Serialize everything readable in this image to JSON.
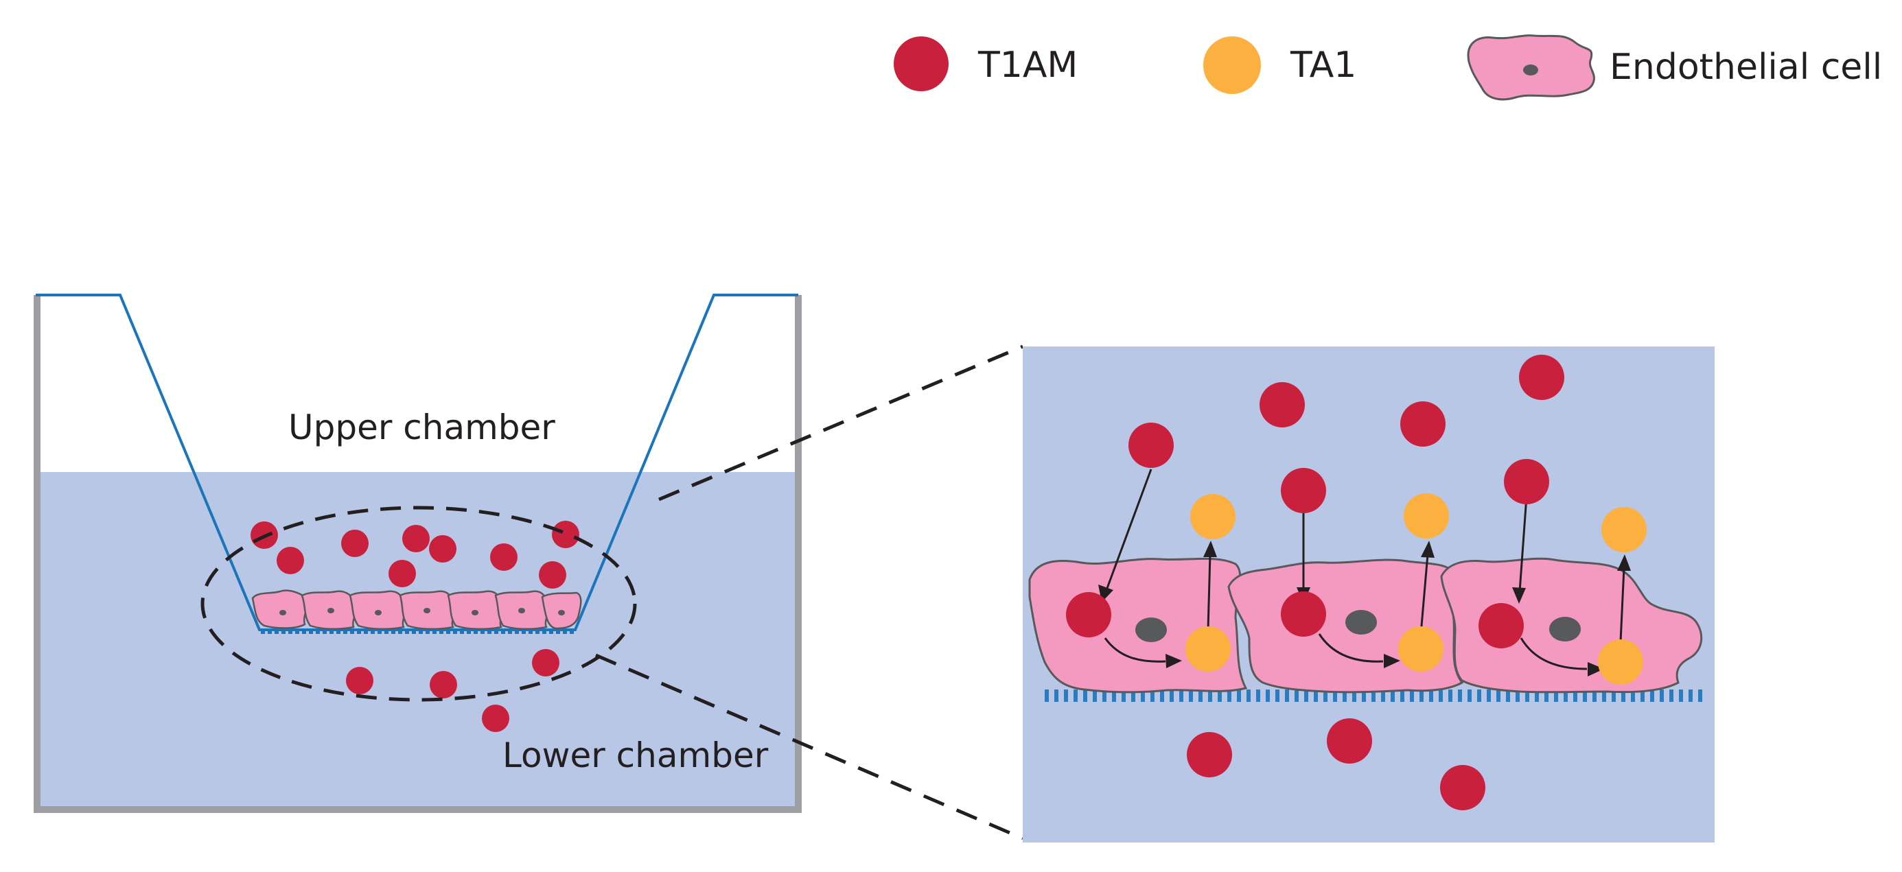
{
  "legend": {
    "items": [
      {
        "label": "T1AM",
        "icon": "t1am-molecule-icon",
        "color": "#c8203d"
      },
      {
        "label": "TA1",
        "icon": "ta1-molecule-icon",
        "color": "#fbb040"
      },
      {
        "label": "Endothelial cell",
        "icon": "endothelial-cell-icon",
        "color": "#f49ac1"
      }
    ]
  },
  "labels": {
    "upper_chamber": "Upper chamber",
    "lower_chamber": "Lower chamber"
  },
  "colors": {
    "medium": "#b9c7e6",
    "cell": "#f49ac1",
    "cell_outline": "#58595b",
    "nucleus": "#58595b",
    "t1am": "#c8203d",
    "ta1": "#fbb040",
    "insert_line": "#1b75bc",
    "well_wall": "#9d9fa2",
    "membrane": "#2b7bbf",
    "dash": "#231f20"
  }
}
